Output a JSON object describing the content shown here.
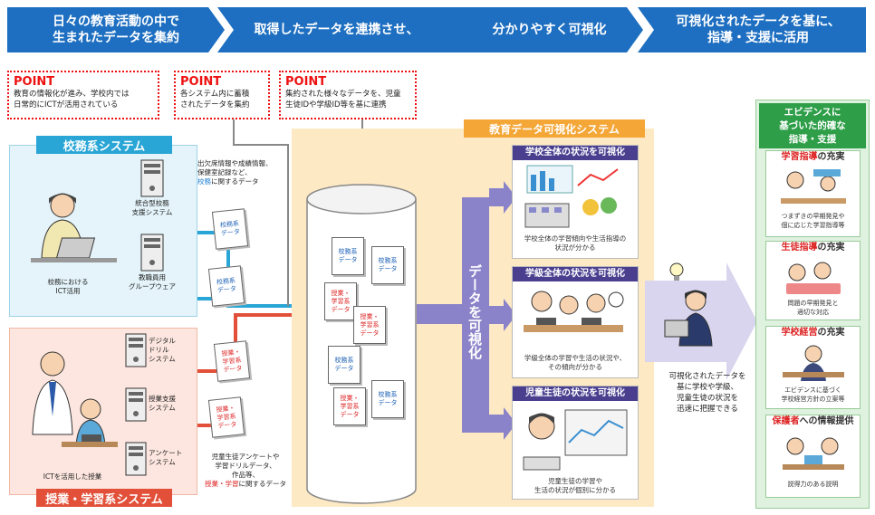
{
  "header": {
    "step1": [
      "日々の教育活動の中で",
      "生まれたデータを集約"
    ],
    "step2a": "取得したデータを連携させ、",
    "step2b": "分かりやすく可視化",
    "step3": [
      "可視化されたデータを基に、",
      "指導・支援に活用"
    ]
  },
  "points": [
    {
      "title": "POINT",
      "lines": [
        "教育の情報化が進み、学校内では",
        "日常的にICTが活用されている"
      ]
    },
    {
      "title": "POINT",
      "lines": [
        "各システム内に蓄積",
        "されたデータを集約"
      ]
    },
    {
      "title": "POINT",
      "lines": [
        "集約された様々なデータを、児童",
        "生徒IDや学級ID等を基に連携"
      ]
    }
  ],
  "admin": {
    "title": "校務系システム",
    "server1": [
      "統合型校務",
      "支援システム"
    ],
    "server2": [
      "教職員用",
      "グループウェア"
    ],
    "person": [
      "校務における",
      "ICT活用"
    ],
    "data_note": [
      "出欠席情報や成績情報、",
      "保健室記録など、"
    ],
    "data_note_hl": "校務",
    "data_note_tail": "に関するデータ"
  },
  "learning": {
    "title": "授業・学習系システム",
    "server1": [
      "デジタル",
      "ドリル",
      "システム"
    ],
    "server2": [
      "授業支援",
      "システム"
    ],
    "server3": [
      "アンケート",
      "システム"
    ],
    "person": "ICTを活用した授業",
    "data_note": [
      "児童生徒アンケートや",
      "学習ドリルデータ、",
      "作品等、"
    ],
    "data_note_hl": "授業・学習",
    "data_note_tail": "に関するデータ"
  },
  "sheets": {
    "admin": [
      "校務系",
      "データ"
    ],
    "learn": [
      "授業・",
      "学習系",
      "データ"
    ]
  },
  "vis": {
    "title": "教育データ可視化システム",
    "arrow_text": "データを可視化",
    "cards": [
      {
        "title": "学校全体の状況を可視化",
        "lines": [
          "学校全体の学習傾向や生活指導の",
          "状況が分かる"
        ]
      },
      {
        "title": "学級全体の状況を可視化",
        "lines": [
          "学級全体の学習や生活の状況や、",
          "その傾向が分かる"
        ]
      },
      {
        "title": "児童生徒の状況を可視化",
        "lines": [
          "児童生徒の学習や",
          "生活の状況が個別に分かる"
        ]
      }
    ]
  },
  "teacher_note": [
    "可視化されたデータを",
    "基に学校や学級、",
    "児童生徒の状況を",
    "迅速に把握できる"
  ],
  "evidence": {
    "title": [
      "エビデンスに",
      "基づいた的確な",
      "指導・支援"
    ],
    "cards": [
      {
        "hl": "学習指導",
        "rest": "の充実",
        "lines": [
          "つまずきの早期発見や",
          "個に応じた学習指導等"
        ]
      },
      {
        "hl": "生徒指導",
        "rest": "の充実",
        "lines": [
          "問題の早期発見と",
          "適切な対応"
        ]
      },
      {
        "hl": "学校経営",
        "rest": "の充実",
        "lines": [
          "エビデンスに基づく",
          "学校経営方針の立案等"
        ]
      },
      {
        "hl": "保護者",
        "rest": "への情報提供",
        "lines": [
          "説得力のある説明"
        ]
      }
    ]
  },
  "colors": {
    "blue": "#1e6fc1",
    "red": "#e11",
    "admin_bg": "#e4f4fa",
    "learn_bg": "#fde6df",
    "vis_bg": "#fde9c4",
    "orange": "#f4a637",
    "purple": "#8a83c9",
    "green": "#2e9e48",
    "green_bg": "#dff1df"
  }
}
